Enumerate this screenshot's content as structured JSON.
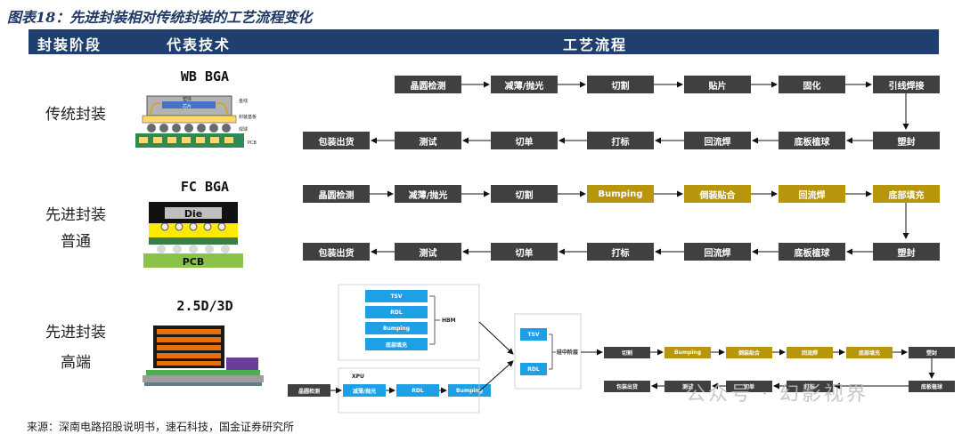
{
  "title": "图表18：先进封装相对传统封装的工艺流程变化",
  "header": {
    "col1": "封装阶段",
    "col2": "代表技术",
    "col3": "工艺流程"
  },
  "rows": {
    "traditional": {
      "stage": "传统封装",
      "tech": "WB BGA",
      "image_labels": [
        "塑体",
        "芯片",
        "金线",
        "封装基板",
        "焊球",
        "PCB"
      ],
      "flow_top": [
        "晶圆检测",
        "减薄/抛光",
        "切割",
        "贴片",
        "固化",
        "引线焊接"
      ],
      "flow_bottom": [
        "包装出货",
        "测试",
        "切单",
        "打标",
        "回流焊",
        "底板植球",
        "塑封"
      ]
    },
    "advanced_normal": {
      "stage_line1": "先进封装",
      "stage_line2": "普通",
      "tech": "FC BGA",
      "image_labels": {
        "die": "Die",
        "pcb": "PCB"
      },
      "flow_top": [
        "晶圆检测",
        "减薄/抛光",
        "切割",
        "Bumping",
        "倒装贴合",
        "回流焊",
        "底部填充"
      ],
      "flow_bottom": [
        "包装出货",
        "测试",
        "切单",
        "打标",
        "回流焊",
        "底板植球",
        "塑封"
      ]
    },
    "advanced_high": {
      "stage_line1": "先进封装",
      "stage_line2": "高端",
      "tech": "2.5D/3D",
      "hbm_steps": [
        "TSV",
        "RDL",
        "Bumping",
        "底部填充"
      ],
      "hbm_label": "HBM",
      "xpu_label": "XPU",
      "xpu_steps": [
        "晶圆检测",
        "减薄/抛光",
        "RDL",
        "Bumping"
      ],
      "interposer_steps": [
        "TSV",
        "RDL"
      ],
      "interposer_label": "硅中阶层",
      "flow_top": [
        "切割",
        "Bumping",
        "倒装贴合",
        "回流焊",
        "底部填充",
        "塑封"
      ],
      "flow_bottom": [
        "包装出货",
        "测试",
        "切单",
        "打标",
        "底板植球"
      ]
    }
  },
  "watermark": "公众号 · 幻影视界",
  "source": "来源：深南电路招股说明书，速石科技，国金证券研究所",
  "colors": {
    "header": "#1f3f6e",
    "dark_box": "#404040",
    "gold_box": "#b8960c",
    "blue_box": "#1ea0e6"
  }
}
